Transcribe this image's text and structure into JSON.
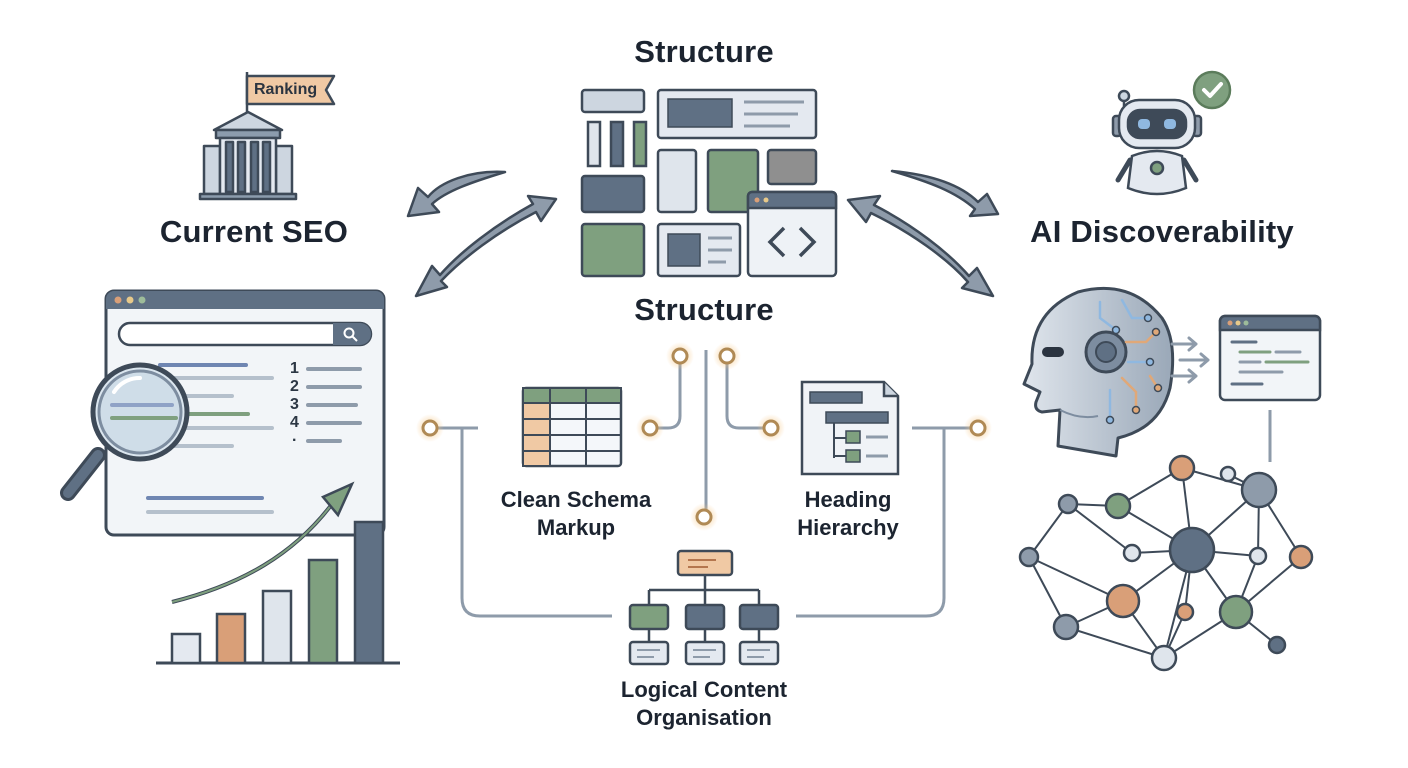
{
  "left": {
    "title": "Current SEO",
    "banner": "Ranking",
    "ranks": [
      "1",
      "2",
      "3",
      "4",
      "."
    ]
  },
  "top": {
    "title": "Structure"
  },
  "center": {
    "title": "Structure",
    "items": {
      "schema": [
        "Clean Schema",
        "Markup"
      ],
      "heading": [
        "Heading",
        "Hierarchy"
      ],
      "logical": [
        "Logical Content",
        "Organisation"
      ]
    }
  },
  "right": {
    "title": "AI Discoverability"
  },
  "colors": {
    "ink": "#3e4a58",
    "slate": "#5f7084",
    "light": "#e4e9f0",
    "green": "#7fa07f",
    "orange": "#d99f78",
    "line": "#8e9baa"
  }
}
